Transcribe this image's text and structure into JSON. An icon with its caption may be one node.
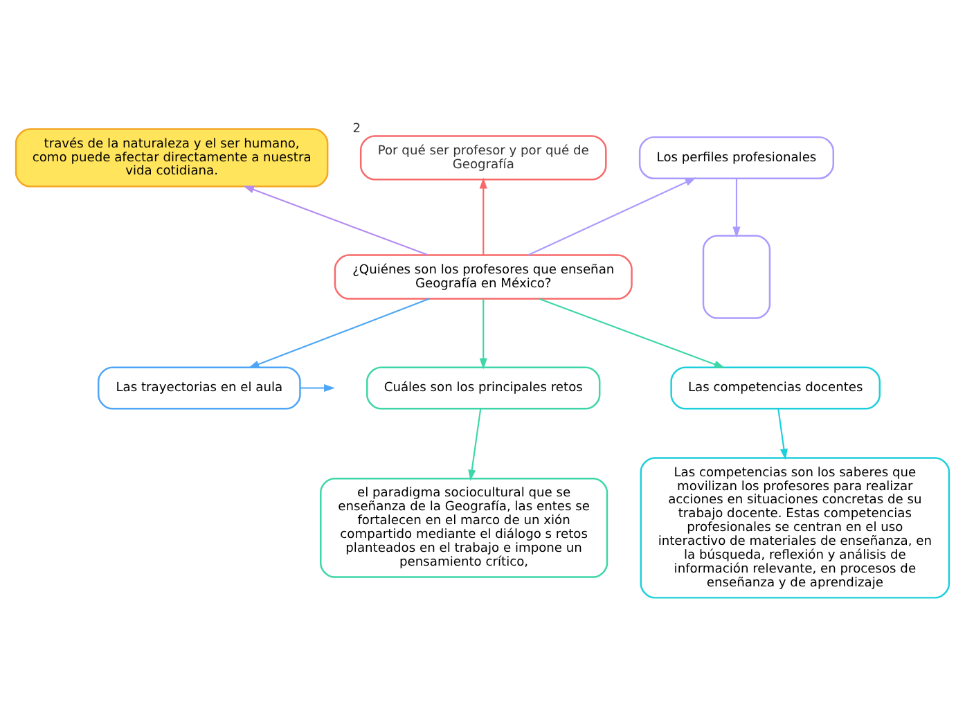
{
  "diagram": {
    "nodes": [
      {
        "text": [
          "¿Quiénes son los profesores que enseñan Geografía en México?"
        ]
      },
      {
        "text": [
          "través de la naturaleza y el ser humano, como puede afectar directamente a nuestra vida cotidiana."
        ]
      },
      {
        "text": [
          "Por qué ser profesor y por qué de Geografía"
        ],
        "beside": [
          "2"
        ]
      },
      {
        "text": [
          "Los perfiles profesionales"
        ]
      },
      {
        "text": [],
        "shape": "box"
      },
      {
        "text": [
          "Las trayectorias en el aula"
        ]
      },
      {
        "text": [
          "Cuáles son los principales retos"
        ]
      },
      {
        "text": [
          "el paradigma sociocultural que se enseñanza de la Geografía, las entes se fortalecen en el marco de un xión compartido mediante el diálogo s retos planteados en el trabajo e impone un pensamiento crítico,"
        ]
      },
      {
        "text": [
          "Las competencias docentes"
        ]
      },
      {
        "text": [
          "Las competencias son los saberes que movilizan los profesores para realizar acciones en situaciones concretas de su trabajo docente. Estas competencias profesionales se centran en el uso interactivo de materiales de enseñanza, en la búsqueda, reflexión y análisis de información relevante, en procesos de enseñanza y de aprendizaje"
        ]
      }
    ],
    "edges": [
      {
        "from": 0,
        "to": 1,
        "arrow": "to",
        "color": "#b48cf2"
      },
      {
        "from": 0,
        "to": 2,
        "arrow": "to",
        "color": "#f86a6a"
      },
      {
        "from": 0,
        "to": 3,
        "arrow": "to",
        "color": "#a99bff"
      },
      {
        "from": 3,
        "to": 4,
        "arrow": "to",
        "color": "#a99bff"
      },
      {
        "from": 0,
        "to": 5,
        "arrow": "to",
        "color": "#4da6f5"
      },
      {
        "from": 5,
        "to": null,
        "arrow": "to",
        "color": "#4da6f5"
      },
      {
        "from": 0,
        "to": 6,
        "arrow": "to",
        "color": "#3dd6a8"
      },
      {
        "from": 6,
        "to": 7,
        "arrow": "to",
        "color": "#3dd6a8"
      },
      {
        "from": 0,
        "to": 8,
        "arrow": "to",
        "color": "#3dd6a8"
      },
      {
        "from": 8,
        "to": 9,
        "arrow": "to",
        "color": "#1ccfdc"
      }
    ]
  }
}
